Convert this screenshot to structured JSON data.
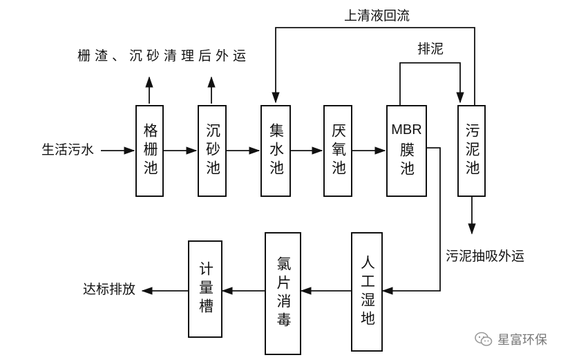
{
  "diagram": {
    "units": [
      {
        "id": "grid",
        "label": "格栅池"
      },
      {
        "id": "grit",
        "label": "沉砂池"
      },
      {
        "id": "collect",
        "label": "集水池"
      },
      {
        "id": "anoxic",
        "label": "厌氧池"
      },
      {
        "id": "mbr",
        "label_top": "MBR",
        "label_rest": "膜池"
      },
      {
        "id": "sludge",
        "label": "污泥池"
      },
      {
        "id": "wetland",
        "label": "人工湿地"
      },
      {
        "id": "chlorine",
        "label": "氯片消毒"
      },
      {
        "id": "meter",
        "label": "计量槽"
      }
    ],
    "labels": {
      "inlet": "生活污水",
      "screenings": "栅渣、沉砂清理后外运",
      "supernatant_return": "上清液回流",
      "sludge_discharge": "排泥",
      "sludge_out": "污泥抽吸外运",
      "effluent": "达标排放"
    },
    "watermark": {
      "text": "星富环保",
      "icon": "wechat-icon"
    }
  }
}
